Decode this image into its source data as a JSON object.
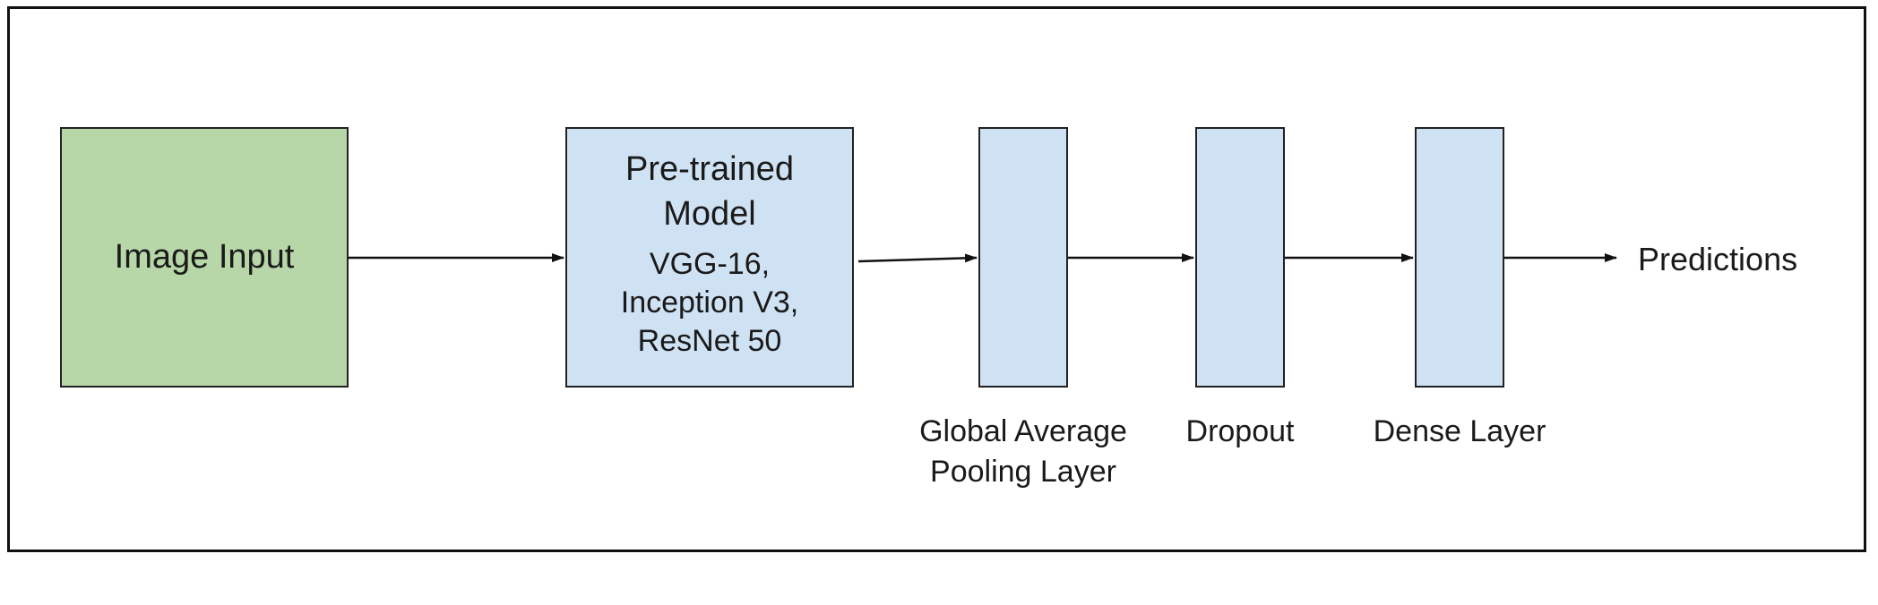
{
  "diagram": {
    "input": {
      "label": "Image Input",
      "color": "#b7d7a8"
    },
    "model": {
      "title_lines": [
        "Pre-trained",
        "Model"
      ],
      "variants": [
        "VGG-16,",
        "Inception V3,",
        "ResNet 50"
      ],
      "color": "#cfe2f3"
    },
    "layers": {
      "global_average_pooling": {
        "label_lines": [
          "Global Average",
          "Pooling Layer"
        ]
      },
      "dropout": {
        "label": "Dropout"
      },
      "dense": {
        "label": "Dense Layer"
      },
      "color": "#cfe2f3"
    },
    "output": {
      "label": "Predictions"
    },
    "colors": {
      "border": "#222222",
      "frame": "#111111",
      "arrow": "#111111"
    }
  }
}
